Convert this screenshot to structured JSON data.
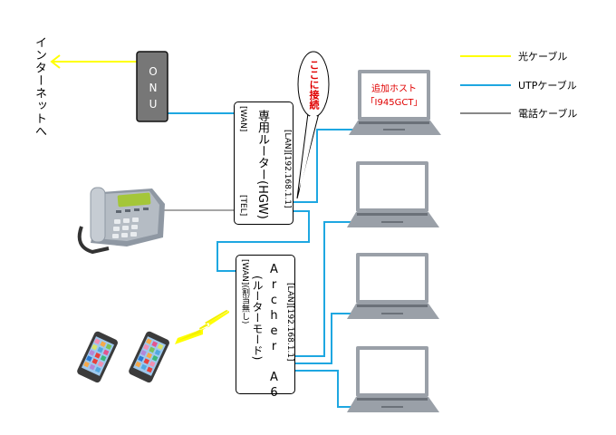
{
  "internet": {
    "label": "インターネットへ"
  },
  "onu": {
    "label": "ONU"
  },
  "hgw": {
    "title": "専用ルーター(HGW)",
    "wan_port": "[WAN]",
    "tel_port": "[TEL]",
    "lan_port": "[LAN][192.168.1.1]"
  },
  "archer": {
    "title": "Archer A6",
    "mode": "(ルーターモード)",
    "wan_port": "[WAN](割当無し)",
    "lan_port": "[LAN][192.168.1.1]"
  },
  "callout": {
    "text": "ここに接続"
  },
  "added_host": {
    "line1": "追加ホスト",
    "line2": "「I945GCT」"
  },
  "legend": {
    "items": [
      {
        "label": "光ケーブル",
        "color": "#ffff00"
      },
      {
        "label": "UTPケーブル",
        "color": "#1ea7e1"
      },
      {
        "label": "電話ケーブル",
        "color": "#888888"
      }
    ]
  },
  "colors": {
    "fiber": "#ffff00",
    "utp": "#1ea7e1",
    "phone": "#888888",
    "onu_fill": "#777777",
    "callout_text": "#e00000"
  }
}
